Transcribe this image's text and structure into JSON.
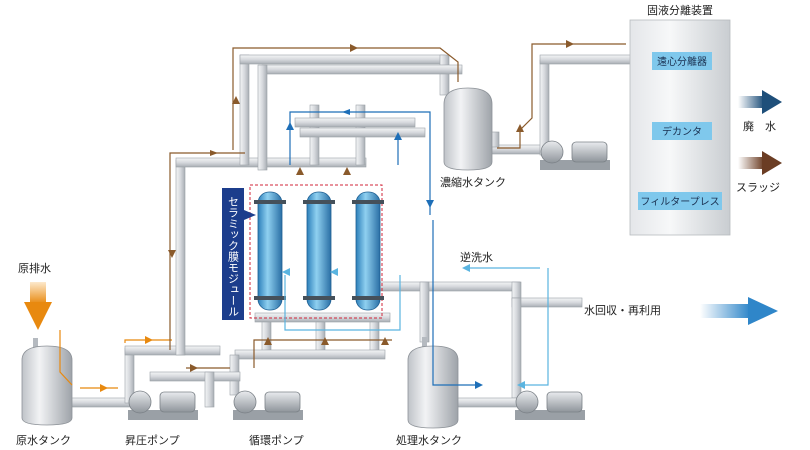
{
  "labels": {
    "solid_liquid_separator": "固液分離装置",
    "centrifuge": "遠心分離器",
    "decanter": "デカンタ",
    "filter_press": "フィルタープレス",
    "waste_water": "廃　水",
    "sludge": "スラッジ",
    "concentrate_tank": "濃縮水タンク",
    "ceramic_membrane_module": "セラミック膜モジュール",
    "backwash_water": "逆洗水",
    "water_recovery": "水回収・再利用",
    "raw_wastewater": "原排水",
    "raw_water_tank": "原水タンク",
    "booster_pump": "昇圧ポンプ",
    "circulation_pump": "循環ポンプ",
    "treated_water_tank": "処理水タンク"
  },
  "colors": {
    "pipe": "#d2d6da",
    "pipe_edge": "#9aa0a6",
    "orange_flow": "#e8890f",
    "brown_flow": "#8a5a2b",
    "blue_flow": "#1e6fb8",
    "light_blue_flow": "#5ab4e0",
    "module": "#4a9cd0",
    "module_label_bg": "#1c3d8c",
    "separator_box": "#7fc8ec",
    "dashed_frame": "#d0263a",
    "waste_arrow": "#1e4f7a",
    "sludge_arrow": "#6b3d24",
    "recovery_arrow": "#2f86c9"
  }
}
